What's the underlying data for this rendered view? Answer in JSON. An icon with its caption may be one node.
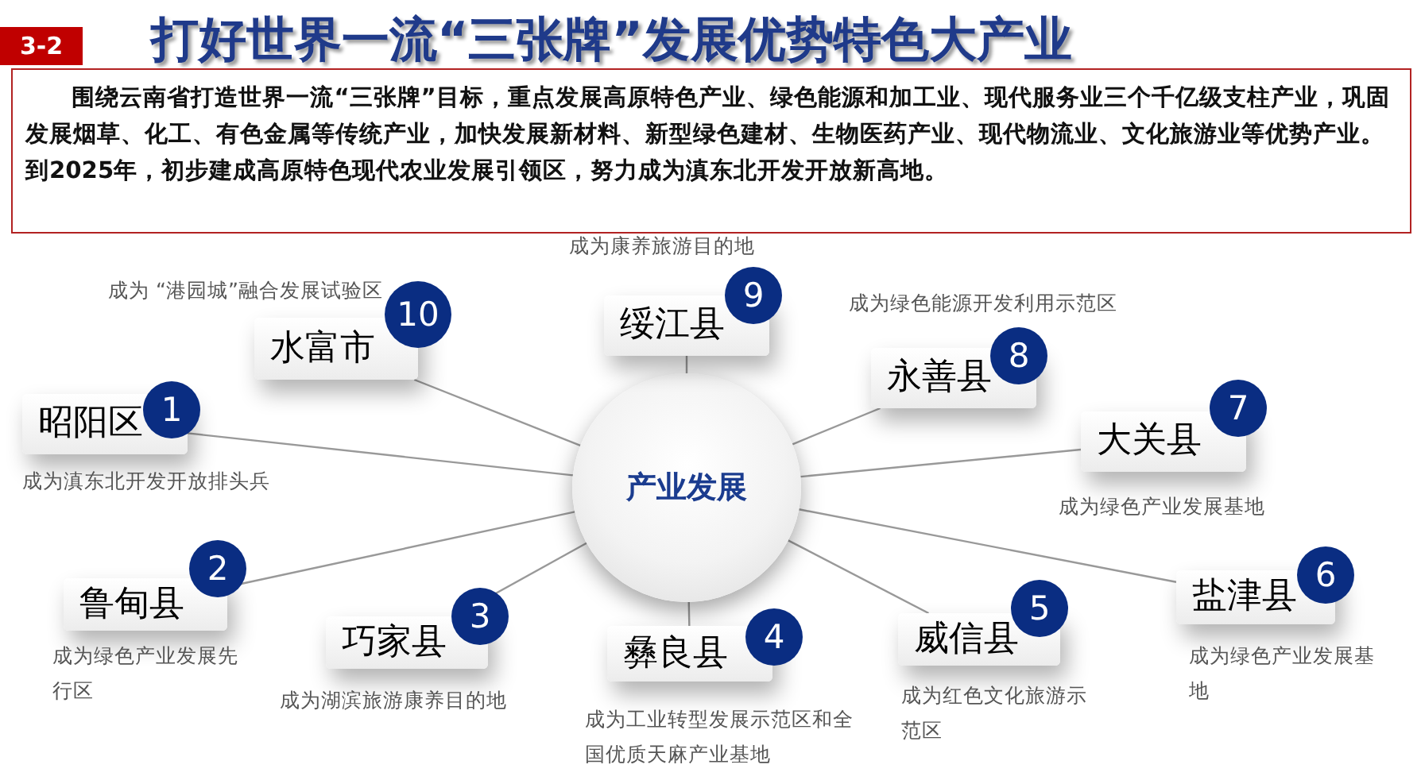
{
  "diagram": {
    "title": "打好世界一流“三张牌”发展优势特色大产业",
    "nodes": [
      {
        "text": [
          "围绕云南省打造世界一流“三张牌”目标，重点发展高原特色产业、绿色能源和加工业、现代服务业三个千亿级支柱产业，巩固发展烟草、化工、有色金属等传统产业，加快发展新材料、新型绿色建材、生物医药产业、现代物流业、文化旅游业等优势产业。到2025年，初步建成高原特色现代农业发展引领区，努力成为滇东北开发开放新高地。"
        ]
      },
      {
        "text": [
          "产业发展"
        ]
      },
      {
        "text": [
          "昭阳区",
          "1"
        ],
        "beside": [
          "成为滇东北开发开放排头兵"
        ]
      },
      {
        "text": [
          "鲁甸县",
          "2"
        ],
        "beside": [
          "成为绿色产业发展先行区"
        ]
      },
      {
        "text": [
          "巧家县",
          "3"
        ],
        "beside": [
          "成为湖滨旅游康养目的地"
        ]
      },
      {
        "text": [
          "彝良县",
          "4"
        ],
        "beside": [
          "成为工业转型发展示范区和全国优质天麻产业基地"
        ]
      },
      {
        "text": [
          "威信县",
          "5"
        ],
        "beside": [
          "成为红色文化旅游示范区"
        ]
      },
      {
        "text": [
          "盐津县",
          "6"
        ],
        "beside": [
          "成为绿色产业发展基地"
        ]
      },
      {
        "text": [
          "大关县",
          "7"
        ],
        "beside": [
          "成为绿色产业发展基地"
        ]
      },
      {
        "text": [
          "永善县",
          "8"
        ],
        "beside": [
          "成为绿色能源开发利用示范区"
        ]
      },
      {
        "text": [
          "绥江县",
          "9"
        ],
        "beside": [
          "成为康养旅游目的地"
        ]
      },
      {
        "text": [
          "水富市",
          "10"
        ],
        "beside": [
          "成为 “港园城”融合发展试验区"
        ]
      }
    ],
    "edges": [
      {
        "from": 1,
        "to": 2,
        "arrow": "none"
      },
      {
        "from": 1,
        "to": 3,
        "arrow": "none"
      },
      {
        "from": 1,
        "to": 4,
        "arrow": "none"
      },
      {
        "from": 1,
        "to": 5,
        "arrow": "none"
      },
      {
        "from": 1,
        "to": 6,
        "arrow": "none"
      },
      {
        "from": 1,
        "to": 7,
        "arrow": "none"
      },
      {
        "from": 1,
        "to": 8,
        "arrow": "none"
      },
      {
        "from": 1,
        "to": 9,
        "arrow": "none"
      },
      {
        "from": 1,
        "to": 10,
        "arrow": "none"
      },
      {
        "from": 1,
        "to": 11,
        "arrow": "none"
      }
    ],
    "labels": [
      "3-2"
    ]
  }
}
